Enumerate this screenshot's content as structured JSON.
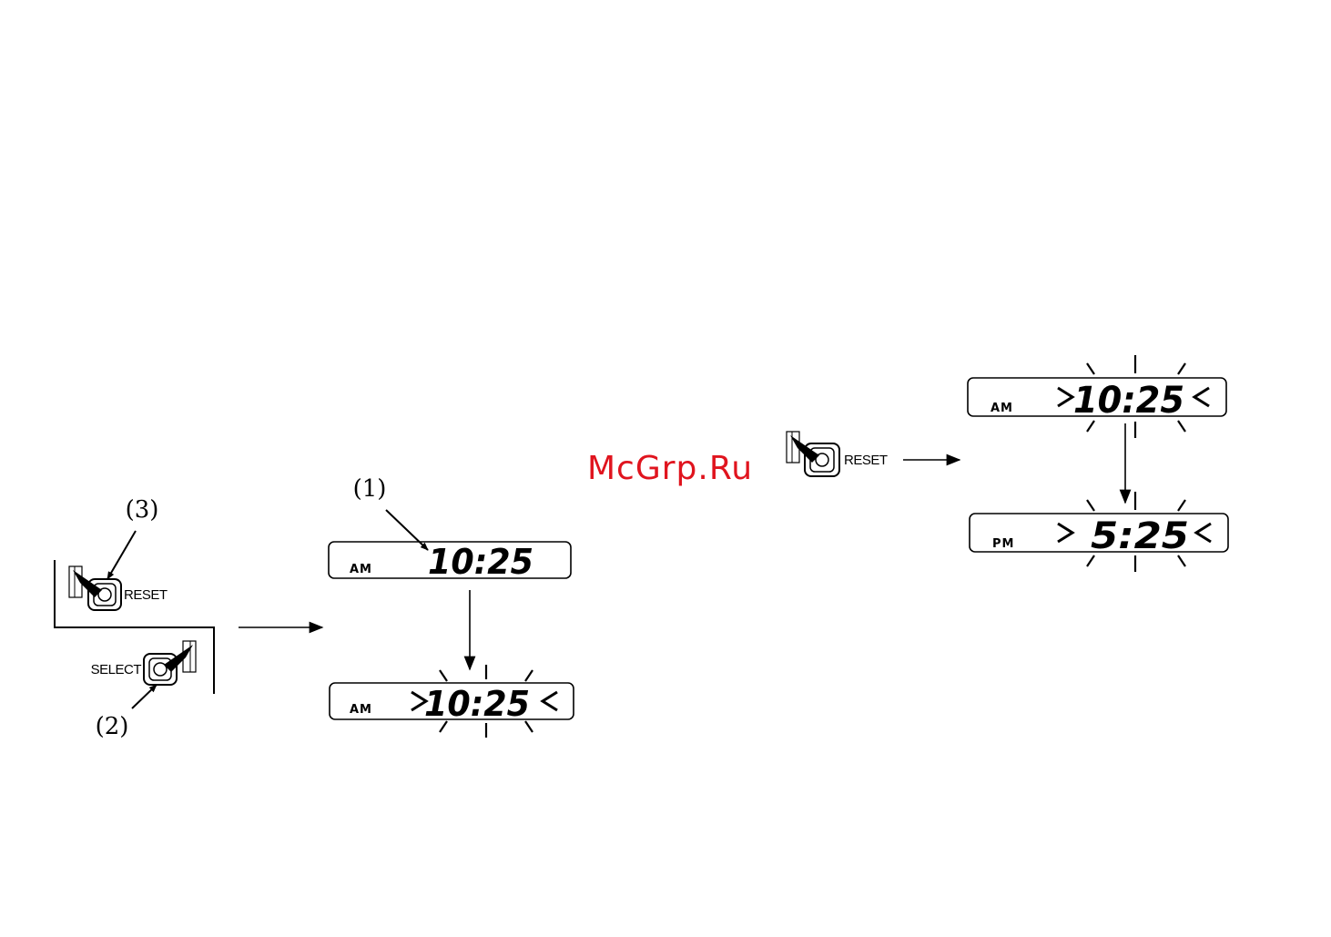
{
  "watermark": {
    "text": "McGrp.Ru",
    "color": "#e0141e"
  },
  "callouts": {
    "one": "(1)",
    "two": "(2)",
    "three": "(3)"
  },
  "buttons": {
    "reset_left": "RESET",
    "select": "SELECT",
    "reset_right": "RESET"
  },
  "displays": [
    {
      "mode": "AM",
      "time": "10:25",
      "blinking": false,
      "arrows": ""
    },
    {
      "mode": "AM",
      "time": "10:25",
      "blinking": true,
      "arrows": "><"
    },
    {
      "mode": "AM",
      "time": "10:25",
      "blinking": true,
      "arrows": "><"
    },
    {
      "mode": "PM",
      "time": "5:25",
      "blinking": true,
      "arrows": "><"
    }
  ],
  "colors": {
    "ink": "#000000",
    "background": "#ffffff"
  }
}
